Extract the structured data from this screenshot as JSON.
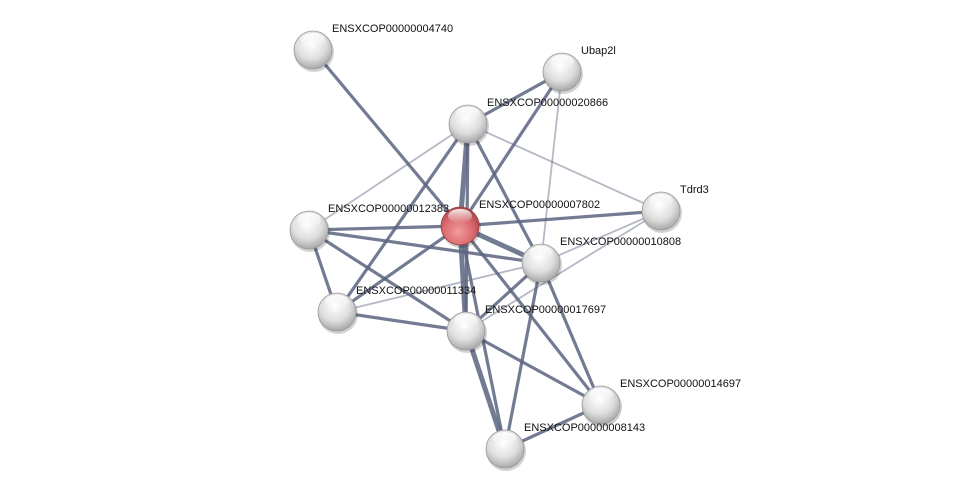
{
  "network": {
    "nodes": [
      {
        "id": "n4740",
        "label": "ENSXCOP00000004740",
        "query": false
      },
      {
        "id": "ubap2l",
        "label": "Ubap2l",
        "query": false
      },
      {
        "id": "n20866",
        "label": "ENSXCOP00000020866",
        "query": false
      },
      {
        "id": "tdrd3",
        "label": "Tdrd3",
        "query": false
      },
      {
        "id": "n12383",
        "label": "ENSXCOP00000012383",
        "query": false
      },
      {
        "id": "n7802",
        "label": "ENSXCOP00000007802",
        "query": true
      },
      {
        "id": "n10808",
        "label": "ENSXCOP00000010808",
        "query": false
      },
      {
        "id": "n11334",
        "label": "ENSXCOP00000011334",
        "query": false
      },
      {
        "id": "n17697",
        "label": "ENSXCOP00000017697",
        "query": false
      },
      {
        "id": "n14697",
        "label": "ENSXCOP00000014697",
        "query": false
      },
      {
        "id": "n8143",
        "label": "ENSXCOP00000008143",
        "query": false
      }
    ],
    "edges": [
      [
        "n4740",
        "n7802"
      ],
      [
        "ubap2l",
        "n20866"
      ],
      [
        "ubap2l",
        "n7802"
      ],
      [
        "ubap2l",
        "n10808"
      ],
      [
        "n20866",
        "n12383"
      ],
      [
        "n20866",
        "n7802"
      ],
      [
        "n20866",
        "n11334"
      ],
      [
        "n20866",
        "n10808"
      ],
      [
        "n20866",
        "tdrd3"
      ],
      [
        "n20866",
        "n17697"
      ],
      [
        "n12383",
        "n7802"
      ],
      [
        "n12383",
        "n10808"
      ],
      [
        "n12383",
        "n11334"
      ],
      [
        "n12383",
        "n17697"
      ],
      [
        "n7802",
        "tdrd3"
      ],
      [
        "n7802",
        "n10808"
      ],
      [
        "n7802",
        "n11334"
      ],
      [
        "n7802",
        "n17697"
      ],
      [
        "n7802",
        "n14697"
      ],
      [
        "n7802",
        "n8143"
      ],
      [
        "tdrd3",
        "n10808"
      ],
      [
        "tdrd3",
        "n17697"
      ],
      [
        "n10808",
        "n17697"
      ],
      [
        "n10808",
        "n14697"
      ],
      [
        "n10808",
        "n8143"
      ],
      [
        "n10808",
        "n11334"
      ],
      [
        "n11334",
        "n17697"
      ],
      [
        "n17697",
        "n14697"
      ],
      [
        "n17697",
        "n8143"
      ],
      [
        "n14697",
        "n8143"
      ]
    ],
    "colors": {
      "edge": "#5a6480",
      "node": "#e4e4e4",
      "query_node": "#d86a6e"
    }
  }
}
